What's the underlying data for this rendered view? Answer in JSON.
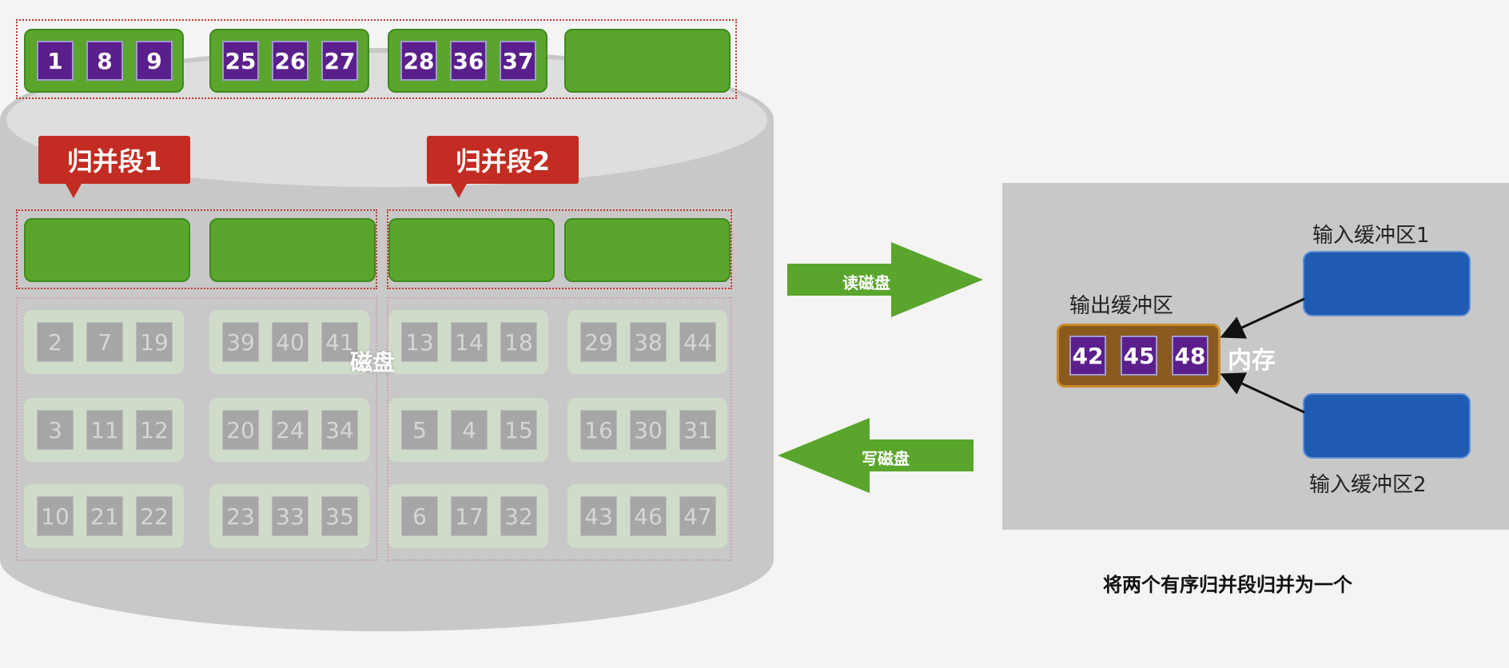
{
  "disk_label": "磁盘",
  "segment1_label": "归并段1",
  "segment2_label": "归并段2",
  "top_rows": [
    [
      "1",
      "8",
      "9"
    ],
    [
      "25",
      "26",
      "27"
    ],
    [
      "28",
      "36",
      "37"
    ],
    []
  ],
  "faded_rows": [
    [
      [
        "2",
        "7",
        "19"
      ],
      [
        "39",
        "40",
        "41"
      ],
      [
        "13",
        "14",
        "18"
      ],
      [
        "29",
        "38",
        "44"
      ]
    ],
    [
      [
        "3",
        "11",
        "12"
      ],
      [
        "20",
        "24",
        "34"
      ],
      [
        "5",
        "4",
        "15"
      ],
      [
        "16",
        "30",
        "31"
      ]
    ],
    [
      [
        "10",
        "21",
        "22"
      ],
      [
        "23",
        "33",
        "35"
      ],
      [
        "6",
        "17",
        "32"
      ],
      [
        "43",
        "46",
        "47"
      ]
    ]
  ],
  "read_disk_label": "读磁盘",
  "write_disk_label": "写磁盘",
  "memory": {
    "label": "内存",
    "output_buffer_label": "输出缓冲区",
    "output_buffer_values": [
      "42",
      "45",
      "48"
    ],
    "input_buffer1_label": "输入缓冲区1",
    "input_buffer2_label": "输入缓冲区2"
  },
  "caption": "将两个有序归并段归并为一个",
  "colors": {
    "block_green": "#5aa52c",
    "cell_purple": "#5a1f8c",
    "callout_red": "#c22c22",
    "buffer_blue": "#1f5bb1",
    "output_buffer_brown": "#8b5a1e",
    "arrow_green": "#5aa52c"
  }
}
